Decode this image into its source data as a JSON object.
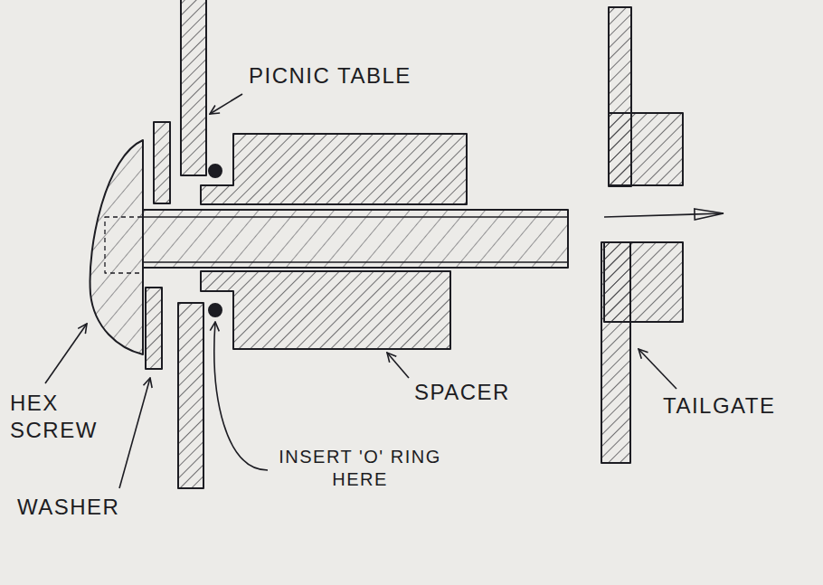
{
  "diagram": {
    "labels": [
      "PICNIC TABLE",
      "HEX SCREW",
      "WASHER",
      "INSERT 'O' RING HERE",
      "SPACER",
      "TAILGATE"
    ]
  }
}
